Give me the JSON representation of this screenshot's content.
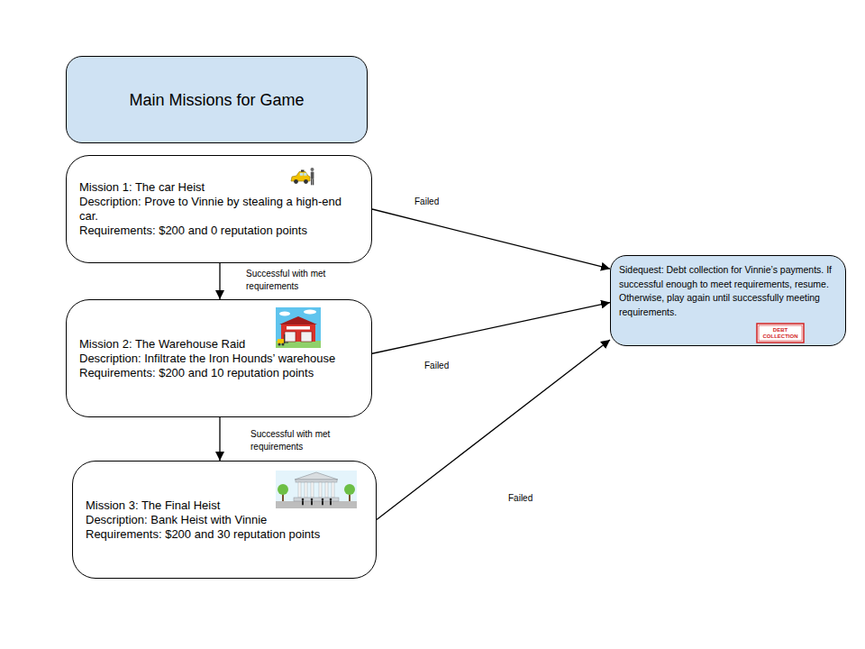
{
  "diagram": {
    "nodes": [
      {
        "text": [
          "Main Missions for Game"
        ]
      },
      {
        "text": [
          "Mission 1: The car Heist",
          "Description: Prove to Vinnie by stealing a high-end car.",
          "Requirements: $200 and 0 reputation points"
        ]
      },
      {
        "text": [
          "Mission 2: The Warehouse Raid",
          "Description: Infiltrate the Iron Hounds’ warehouse",
          "Requirements: $200 and 10 reputation points"
        ]
      },
      {
        "text": [
          "Mission 3: The Final Heist",
          "Description: Bank Heist with Vinnie",
          "Requirements: $200 and 30 reputation points"
        ]
      },
      {
        "text": [
          "Sidequest: Debt collection for Vinnie’s payments. If successful enough to meet requirements, resume. Otherwise, play again until successfully meeting requirements."
        ]
      }
    ],
    "edges": [
      {
        "from": 1,
        "to": 2,
        "arrow": "to",
        "label": "Successful with met requirements"
      },
      {
        "from": 2,
        "to": 3,
        "arrow": "to",
        "label": "Successful with met requirements"
      },
      {
        "from": 1,
        "to": 4,
        "arrow": "to",
        "label": "Failed"
      },
      {
        "from": 2,
        "to": 4,
        "arrow": "to",
        "label": "Failed"
      },
      {
        "from": 3,
        "to": 4,
        "arrow": "to",
        "label": "Failed"
      }
    ],
    "labels": [
      "DEBT COLLECTION"
    ]
  }
}
